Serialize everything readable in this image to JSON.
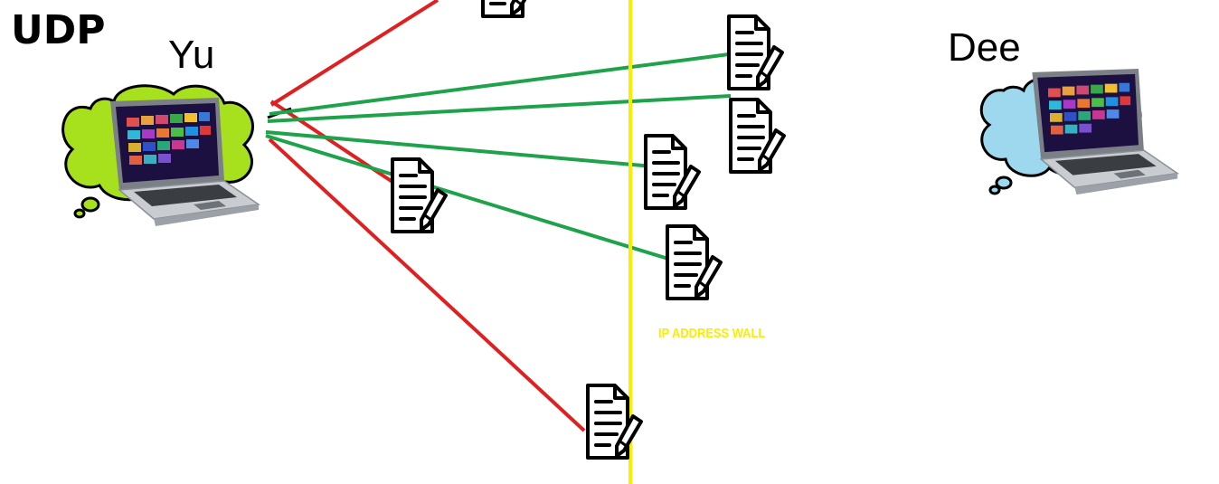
{
  "title": "UDP",
  "sender": {
    "name": "Yu",
    "cloud_color": "#a7e01c"
  },
  "receiver": {
    "name": "Dee",
    "cloud_color": "#9ed8ee"
  },
  "wall": {
    "label": "IP ADDRESS WALL",
    "color": "#f7ee00"
  },
  "colors": {
    "delivered": "#1ea24a",
    "lost": "#e02020"
  },
  "packets": [
    {
      "id": "packet-top-lost",
      "status": "lost"
    },
    {
      "id": "packet-delivered-1",
      "status": "delivered"
    },
    {
      "id": "packet-delivered-2",
      "status": "delivered"
    },
    {
      "id": "packet-lost-mid",
      "status": "lost"
    },
    {
      "id": "packet-delivered-3",
      "status": "delivered"
    },
    {
      "id": "packet-delivered-4",
      "status": "delivered"
    },
    {
      "id": "packet-lost-bottom",
      "status": "lost"
    }
  ]
}
